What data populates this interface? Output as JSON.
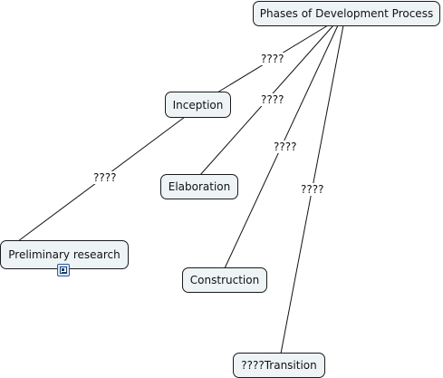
{
  "concept_map": {
    "nodes": {
      "phases": "Phases of Development Process",
      "inception": "Inception",
      "elaboration": "Elaboration",
      "construction": "Construction",
      "transition": "????Transition",
      "preliminary": "Preliminary research"
    },
    "links": {
      "phases_inception": "????",
      "phases_elaboration": "????",
      "phases_construction": "????",
      "phases_transition": "????",
      "inception_preliminary": "????"
    },
    "resource_icon": "document-resource-icon",
    "colors": {
      "node_fill": "#eef4f6",
      "node_border": "#1a1a1a",
      "line": "#111111"
    }
  }
}
